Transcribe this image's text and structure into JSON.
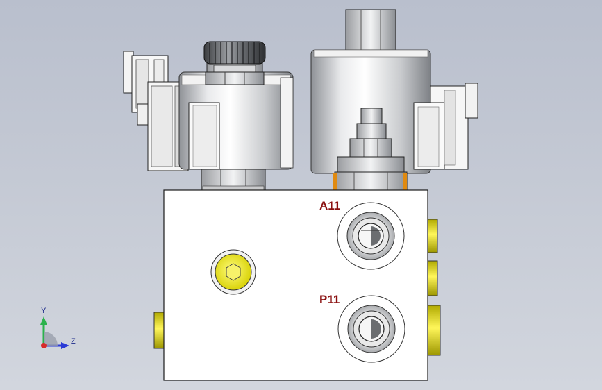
{
  "ports": {
    "a11": "A11",
    "p11": "P11"
  },
  "triad": {
    "y_label": "Y",
    "z_label": "Z"
  },
  "colors": {
    "background_top": "#b9bfcd",
    "background_bottom": "#d2d6de",
    "block_fill": "#ffffff",
    "fitting_yellow": "#e8e000",
    "port_label": "#8a1010",
    "seal_orange": "#e08a10",
    "axis_y": "#2bb24c",
    "axis_z": "#2b3bd6",
    "axis_x": "#d62b2b"
  },
  "icons": {
    "triad": "coordinate-triad-icon"
  }
}
